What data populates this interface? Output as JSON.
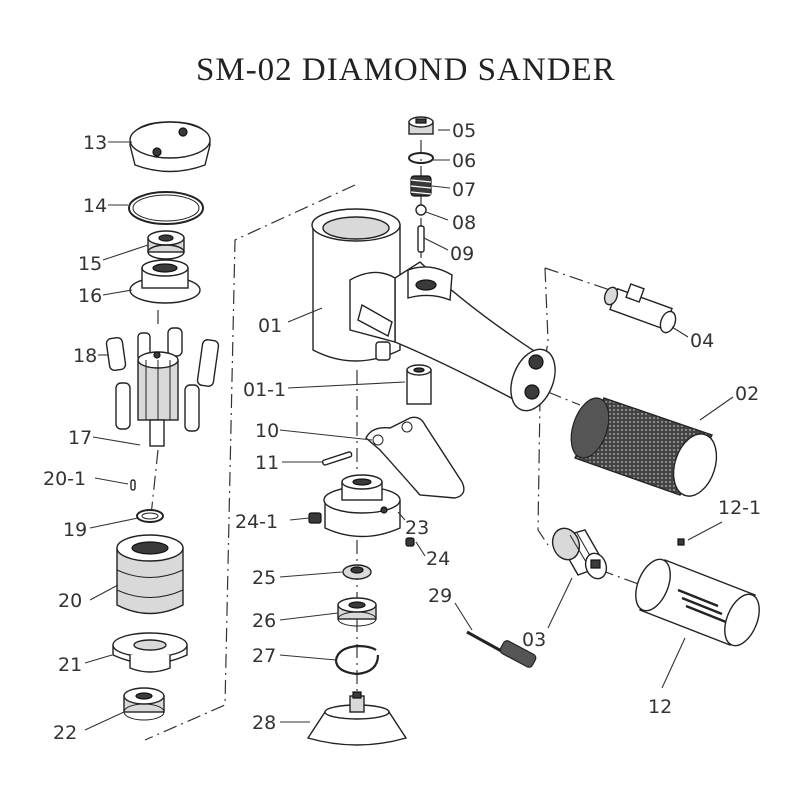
{
  "title": "SM-02 DIAMOND SANDER",
  "labels": {
    "p13": "13",
    "p14": "14",
    "p15": "15",
    "p16": "16",
    "p18": "18",
    "p17": "17",
    "p20_1": "20-1",
    "p19": "19",
    "p20": "20",
    "p21": "21",
    "p22": "22",
    "p05": "05",
    "p06": "06",
    "p07": "07",
    "p08": "08",
    "p09": "09",
    "p01": "01",
    "p01_1": "01-1",
    "p04": "04",
    "p02": "02",
    "p10": "10",
    "p11": "11",
    "p24_1": "24-1",
    "p23": "23",
    "p24": "24",
    "p25": "25",
    "p26": "26",
    "p27": "27",
    "p28": "28",
    "p29": "29",
    "p03": "03",
    "p12_1": "12-1",
    "p12": "12"
  }
}
